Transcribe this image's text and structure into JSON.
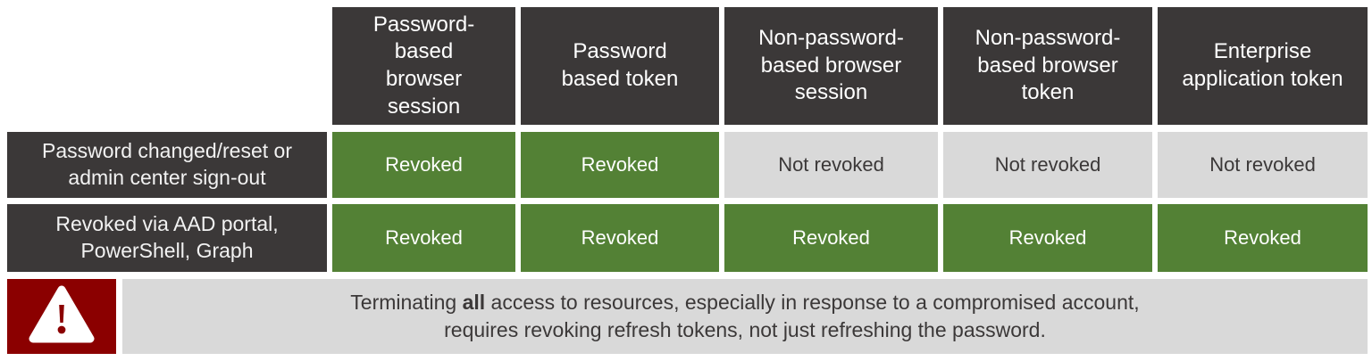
{
  "palette": {
    "dark_gray": "#3B3838",
    "green": "#538135",
    "light_gray": "#D9D9D9",
    "dark_red": "#8B0000",
    "white": "#FFFFFF"
  },
  "chart_data": {
    "type": "table",
    "title": "",
    "columns": [
      "Password-\nbased\nbrowser\nsession",
      "Password\nbased token",
      "Non-password-\nbased browser\nsession",
      "Non-password-\nbased browser\ntoken",
      "Enterprise\napplication token"
    ],
    "rows": [
      {
        "label": "Password changed/reset or\nadmin center sign-out",
        "cells": [
          {
            "text": "Revoked",
            "status": "revoked"
          },
          {
            "text": "Revoked",
            "status": "revoked"
          },
          {
            "text": "Not revoked",
            "status": "not-revoked"
          },
          {
            "text": "Not revoked",
            "status": "not-revoked"
          },
          {
            "text": "Not revoked",
            "status": "not-revoked"
          }
        ]
      },
      {
        "label": "Revoked via AAD portal,\nPowerShell, Graph",
        "cells": [
          {
            "text": "Revoked",
            "status": "revoked"
          },
          {
            "text": "Revoked",
            "status": "revoked"
          },
          {
            "text": "Revoked",
            "status": "revoked"
          },
          {
            "text": "Revoked",
            "status": "revoked"
          },
          {
            "text": "Revoked",
            "status": "revoked"
          }
        ]
      }
    ],
    "legend": {
      "revoked_color": "#538135",
      "not_revoked_color": "#D9D9D9"
    }
  },
  "banner": {
    "icon": "warning-icon",
    "line1_before": "Terminating ",
    "line1_bold": "all",
    "line1_after": " access to resources, especially in response to a compromised account,",
    "line2": "requires revoking refresh tokens, not just refreshing the password."
  }
}
